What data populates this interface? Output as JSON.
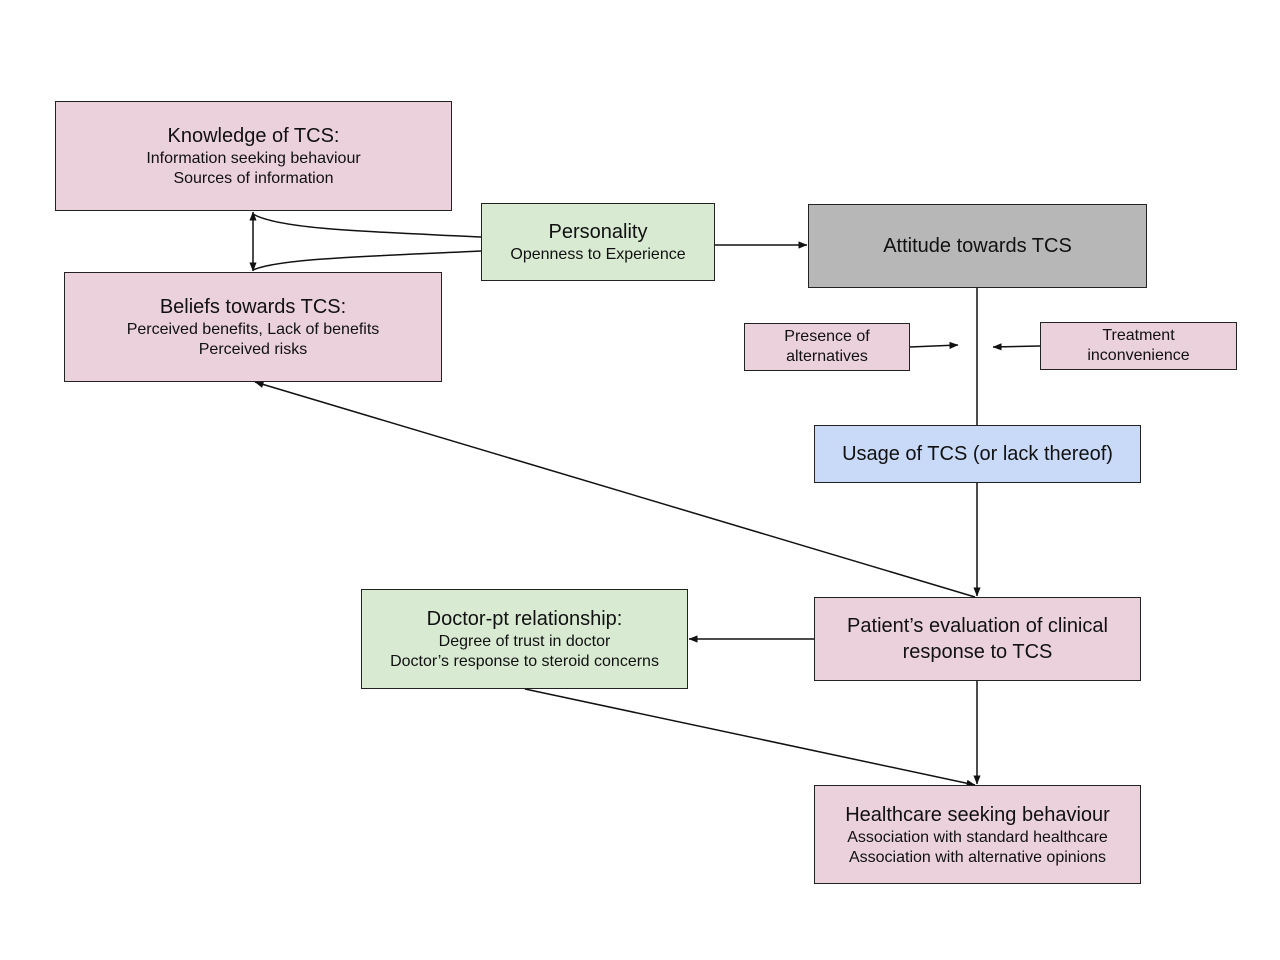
{
  "nodes": {
    "knowledge": {
      "title": "Knowledge of TCS:",
      "line1": "Information seeking behaviour",
      "line2": "Sources of information"
    },
    "beliefs": {
      "title": "Beliefs towards TCS:",
      "line1": "Perceived benefits, Lack of benefits",
      "line2": "Perceived risks"
    },
    "personality": {
      "title": "Personality",
      "line1": "Openness to Experience"
    },
    "attitude": {
      "title": "Attitude towards TCS"
    },
    "presence": {
      "line1": "Presence of",
      "line2": "alternatives"
    },
    "treatment": {
      "line1": "Treatment",
      "line2": "inconvenience"
    },
    "usage": {
      "title": "Usage of TCS (or lack thereof)"
    },
    "evaluation": {
      "line1": "Patient’s evaluation of clinical",
      "line2": "response to TCS"
    },
    "doctor": {
      "title": "Doctor-pt relationship:",
      "line1": "Degree of trust in doctor",
      "line2": "Doctor’s response to steroid concerns"
    },
    "healthcare": {
      "title": "Healthcare seeking behaviour",
      "line1": "Association with standard healthcare",
      "line2": "Association with alternative opinions"
    }
  },
  "colors": {
    "pink": "#ead1dc",
    "green": "#d9ead3",
    "gray": "#b7b7b7",
    "blue": "#c9daf8",
    "stroke": "#111111"
  }
}
